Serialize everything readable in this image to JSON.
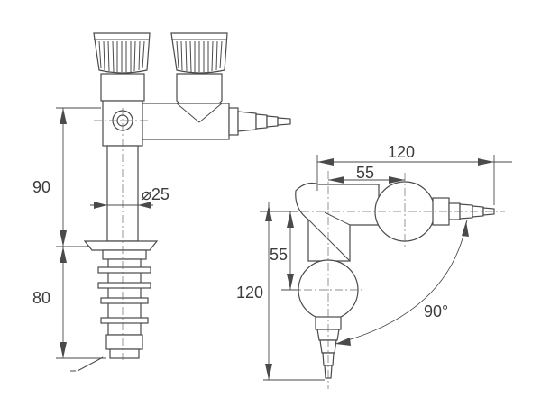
{
  "front_view": {
    "dim_upper_height": "90",
    "dim_lower_height": "80",
    "dim_diameter": "⌀25"
  },
  "top_view": {
    "dim_total_width": "120",
    "dim_center_distance_x": "55",
    "dim_center_distance_y": "55",
    "dim_total_height": "120",
    "dim_angle": "90°"
  }
}
